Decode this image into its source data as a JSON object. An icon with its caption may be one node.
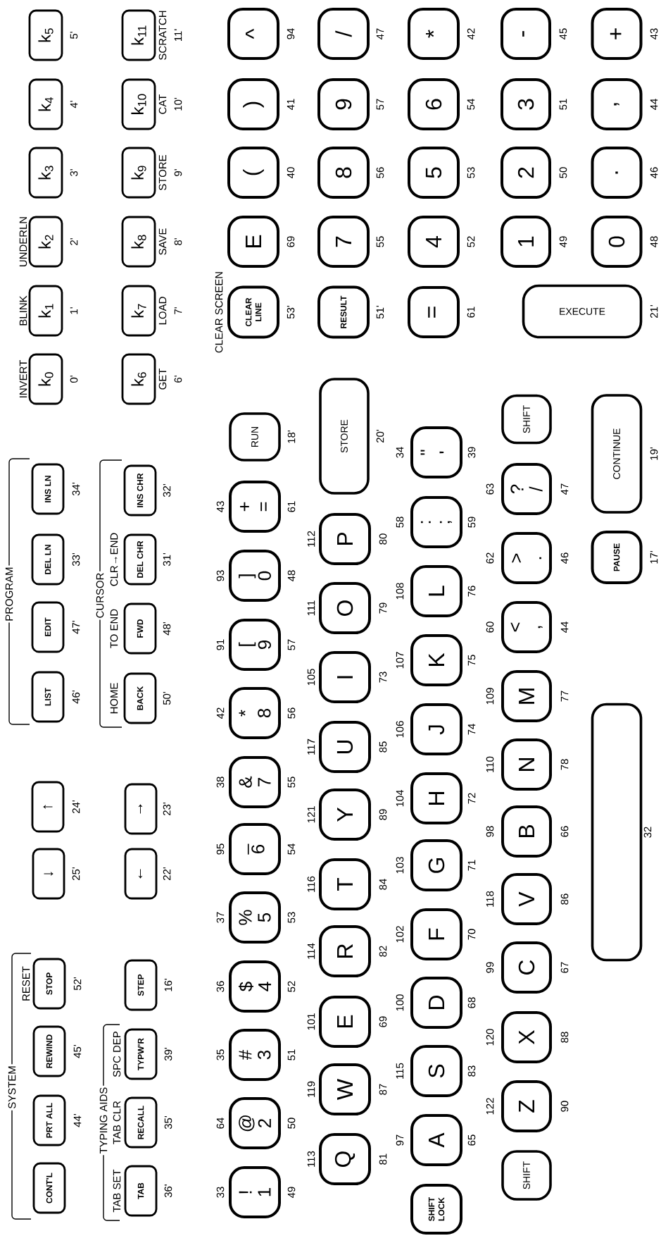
{
  "diagram": {
    "nodes": [
      {
        "text": [
          "CONT'L"
        ]
      },
      {
        "text": [
          "PRT ALL"
        ],
        "beside": [
          "44'"
        ]
      },
      {
        "text": [
          "REWIND"
        ],
        "beside": [
          "45'"
        ]
      },
      {
        "text": [
          "STOP"
        ],
        "beside": [
          "RESET",
          "52'"
        ]
      },
      {
        "text": [
          "↓"
        ],
        "beside": [
          "25'"
        ]
      },
      {
        "text": [
          "↑"
        ],
        "beside": [
          "24'"
        ]
      },
      {
        "text": [
          "LIST"
        ],
        "beside": [
          "46'"
        ]
      },
      {
        "text": [
          "EDIT"
        ],
        "beside": [
          "47'"
        ]
      },
      {
        "text": [
          "DEL LN"
        ],
        "beside": [
          "33'"
        ]
      },
      {
        "text": [
          "INS LN"
        ],
        "beside": [
          "34'"
        ]
      },
      {
        "text": [
          "k$_{0}$"
        ],
        "beside": [
          "INVERT",
          "0'"
        ]
      },
      {
        "text": [
          "k$_{1}$"
        ],
        "beside": [
          "BLINK",
          "1'"
        ]
      },
      {
        "text": [
          "k$_{2}$"
        ],
        "beside": [
          "UNDERLN",
          "2'"
        ]
      },
      {
        "text": [
          "k$_{3}$"
        ],
        "beside": [
          "3'"
        ]
      },
      {
        "text": [
          "k$_{4}$"
        ],
        "beside": [
          "4'"
        ]
      },
      {
        "text": [
          "k$_{5}$"
        ],
        "beside": [
          "5'"
        ]
      },
      {
        "text": [
          "TAB"
        ],
        "beside": [
          "TAB SET",
          "36'"
        ]
      },
      {
        "text": [
          "RECALL"
        ],
        "beside": [
          "TAB CLR",
          "35'"
        ]
      },
      {
        "text": [
          "TYPW'R"
        ],
        "beside": [
          "SPC DEP",
          "39'"
        ]
      },
      {
        "text": [
          "STEP"
        ],
        "beside": [
          "16'"
        ]
      },
      {
        "text": [
          "←"
        ],
        "beside": [
          "22'"
        ]
      },
      {
        "text": [
          "→"
        ],
        "beside": [
          "23'"
        ]
      },
      {
        "text": [
          "BACK"
        ],
        "beside": [
          "HOME",
          "50'"
        ]
      },
      {
        "text": [
          "FWD"
        ],
        "beside": [
          "TO END",
          "48'"
        ]
      },
      {
        "text": [
          "DEL CHR"
        ],
        "beside": [
          "CLR→END",
          "31'"
        ]
      },
      {
        "text": [
          "INS CHR"
        ],
        "beside": [
          "32'"
        ]
      },
      {
        "text": [
          "k$_{6}$"
        ],
        "beside": [
          "GET",
          "6'"
        ]
      },
      {
        "text": [
          "k$_{7}$"
        ],
        "beside": [
          "LOAD",
          "7'"
        ]
      },
      {
        "text": [
          "k$_{8}$"
        ],
        "beside": [
          "SAVE",
          "8'"
        ]
      },
      {
        "text": [
          "k$_{9}$"
        ],
        "beside": [
          "STORE",
          "9'"
        ]
      },
      {
        "text": [
          "k$_{10}$"
        ],
        "beside": [
          "CAT",
          "10'"
        ]
      },
      {
        "text": [
          "k$_{11}$"
        ],
        "beside": [
          "SCRATCH",
          "11'"
        ]
      },
      {
        "text": [
          "!",
          "1"
        ],
        "beside": [
          "33",
          "49"
        ]
      },
      {
        "text": [
          "@",
          "2"
        ],
        "beside": [
          "64",
          "50"
        ]
      },
      {
        "text": [
          "#",
          "3"
        ],
        "beside": [
          "35",
          "51"
        ]
      },
      {
        "text": [
          "$",
          "4"
        ],
        "beside": [
          "36",
          "52"
        ]
      },
      {
        "text": [
          "%",
          "5"
        ],
        "beside": [
          "37",
          "53"
        ]
      },
      {
        "text": [
          "_",
          "6"
        ],
        "beside": [
          "95",
          "54"
        ]
      },
      {
        "text": [
          "&",
          "7"
        ],
        "beside": [
          "38",
          "55"
        ]
      },
      {
        "text": [
          "*",
          "8"
        ],
        "beside": [
          "42",
          "56"
        ]
      },
      {
        "text": [
          "[",
          "9"
        ],
        "beside": [
          "91",
          "57"
        ]
      },
      {
        "text": [
          "]",
          "0"
        ],
        "beside": [
          "93",
          "48"
        ]
      },
      {
        "text": [
          "+",
          "="
        ],
        "beside": [
          "43",
          "61"
        ]
      },
      {
        "text": [
          "RUN"
        ],
        "beside": [
          "18'"
        ]
      },
      {
        "text": [
          "CLEAR LINE"
        ],
        "beside": [
          "CLEAR SCREEN",
          "53'"
        ]
      },
      {
        "text": [
          "E"
        ],
        "beside": [
          "69"
        ]
      },
      {
        "text": [
          "("
        ],
        "beside": [
          "40"
        ]
      },
      {
        "text": [
          ")"
        ],
        "beside": [
          "41"
        ]
      },
      {
        "text": [
          "^"
        ],
        "beside": [
          "94"
        ]
      },
      {
        "text": [
          "Q"
        ],
        "beside": [
          "113",
          "81"
        ]
      },
      {
        "text": [
          "W"
        ],
        "beside": [
          "119",
          "87"
        ]
      },
      {
        "text": [
          "E"
        ],
        "beside": [
          "101",
          "69"
        ]
      },
      {
        "text": [
          "R"
        ],
        "beside": [
          "114",
          "82"
        ]
      },
      {
        "text": [
          "T"
        ],
        "beside": [
          "116",
          "84"
        ]
      },
      {
        "text": [
          "Y"
        ],
        "beside": [
          "121",
          "89"
        ]
      },
      {
        "text": [
          "U"
        ],
        "beside": [
          "117",
          "85"
        ]
      },
      {
        "text": [
          "I"
        ],
        "beside": [
          "105",
          "73"
        ]
      },
      {
        "text": [
          "O"
        ],
        "beside": [
          "111",
          "79"
        ]
      },
      {
        "text": [
          "P"
        ],
        "beside": [
          "112",
          "80"
        ]
      },
      {
        "text": [
          "STORE"
        ],
        "beside": [
          "20'"
        ]
      },
      {
        "text": [
          "RESULT"
        ],
        "beside": [
          "51'"
        ]
      },
      {
        "text": [
          "7"
        ],
        "beside": [
          "55"
        ]
      },
      {
        "text": [
          "8"
        ],
        "beside": [
          "56"
        ]
      },
      {
        "text": [
          "9"
        ],
        "beside": [
          "57"
        ]
      },
      {
        "text": [
          "/"
        ],
        "beside": [
          "47"
        ]
      },
      {
        "text": [
          "SHIFT LOCK"
        ]
      },
      {
        "text": [
          "A"
        ],
        "beside": [
          "97",
          "65"
        ]
      },
      {
        "text": [
          "S"
        ],
        "beside": [
          "115",
          "83"
        ]
      },
      {
        "text": [
          "D"
        ],
        "beside": [
          "100",
          "68"
        ]
      },
      {
        "text": [
          "F"
        ],
        "beside": [
          "102",
          "70"
        ]
      },
      {
        "text": [
          "G"
        ],
        "beside": [
          "103",
          "71"
        ]
      },
      {
        "text": [
          "H"
        ],
        "beside": [
          "104",
          "72"
        ]
      },
      {
        "text": [
          "J"
        ],
        "beside": [
          "106",
          "74"
        ]
      },
      {
        "text": [
          "K"
        ],
        "beside": [
          "107",
          "75"
        ]
      },
      {
        "text": [
          "L"
        ],
        "beside": [
          "108",
          "76"
        ]
      },
      {
        "text": [
          ":",
          ";"
        ],
        "beside": [
          "58",
          "59"
        ]
      },
      {
        "text": [
          "\"",
          "'"
        ],
        "beside": [
          "34",
          "39"
        ]
      },
      {
        "text": [
          "="
        ],
        "beside": [
          "61"
        ]
      },
      {
        "text": [
          "4"
        ],
        "beside": [
          "52"
        ]
      },
      {
        "text": [
          "5"
        ],
        "beside": [
          "53"
        ]
      },
      {
        "text": [
          "6"
        ],
        "beside": [
          "54"
        ]
      },
      {
        "text": [
          "*"
        ],
        "beside": [
          "42"
        ]
      },
      {
        "text": [
          "SHIFT"
        ]
      },
      {
        "text": [
          "Z"
        ],
        "beside": [
          "122",
          "90"
        ]
      },
      {
        "text": [
          "X"
        ],
        "beside": [
          "120",
          "88"
        ]
      },
      {
        "text": [
          "C"
        ],
        "beside": [
          "99",
          "67"
        ]
      },
      {
        "text": [
          "V"
        ],
        "beside": [
          "118",
          "86"
        ]
      },
      {
        "text": [
          "B"
        ],
        "beside": [
          "98",
          "66"
        ]
      },
      {
        "text": [
          "N"
        ],
        "beside": [
          "110",
          "78"
        ]
      },
      {
        "text": [
          "M"
        ],
        "beside": [
          "109",
          "77"
        ]
      },
      {
        "text": [
          "<",
          ","
        ],
        "beside": [
          "60",
          "44"
        ]
      },
      {
        "text": [
          ">",
          "."
        ],
        "beside": [
          "62",
          "46"
        ]
      },
      {
        "text": [
          "?",
          "/"
        ],
        "beside": [
          "63",
          "47"
        ]
      },
      {
        "text": [
          "SHIFT"
        ]
      },
      {
        "text": [
          "EXECUTE"
        ],
        "beside": [
          "21'"
        ]
      },
      {
        "text": [
          "1"
        ],
        "beside": [
          "49"
        ]
      },
      {
        "text": [
          "2"
        ],
        "beside": [
          "50"
        ]
      },
      {
        "text": [
          "3"
        ],
        "beside": [
          "51"
        ]
      },
      {
        "text": [
          "-"
        ],
        "beside": [
          "45"
        ]
      },
      {
        "text": [],
        "shape": "box",
        "beside": [
          "32"
        ]
      },
      {
        "text": [
          "PAUSE"
        ],
        "beside": [
          "17'"
        ]
      },
      {
        "text": [
          "CONTINUE"
        ],
        "beside": [
          "19'"
        ]
      },
      {
        "text": [
          "0"
        ],
        "beside": [
          "48"
        ]
      },
      {
        "text": [
          "."
        ],
        "beside": [
          "46"
        ]
      },
      {
        "text": [
          ","
        ],
        "beside": [
          "44"
        ]
      },
      {
        "text": [
          "+"
        ],
        "beside": [
          "43"
        ]
      }
    ],
    "labels": [
      "SYSTEM",
      "TYPING AIDS",
      "PROGRAM",
      "CURSOR"
    ]
  }
}
